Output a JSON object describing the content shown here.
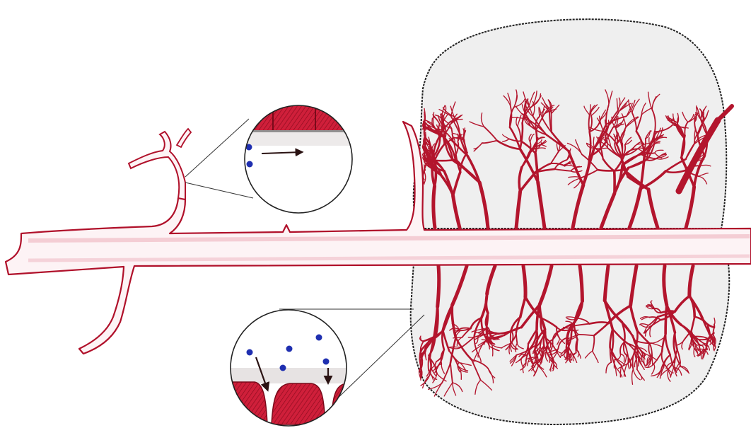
{
  "colors": {
    "vessel_outline": "#b0102a",
    "vessel_fill": "#fdf3f5",
    "vessel_tint": "#e8a0ae",
    "capillary": "#b3152d",
    "endothelial_cell": "#cf1f3a",
    "tumor_fill": "#efefef",
    "tumor_outline": "#222222",
    "particle": "#1f2fb0",
    "arrow": "#2a1212",
    "inset_outline": "#222222"
  },
  "insets": [
    {
      "name": "intact-vessel-wall",
      "particle_count": 2,
      "arrow": "parallel-flow"
    },
    {
      "name": "leaky-vessel-wall",
      "particle_count": 5,
      "arrow": "extravasation-through-gaps"
    }
  ]
}
